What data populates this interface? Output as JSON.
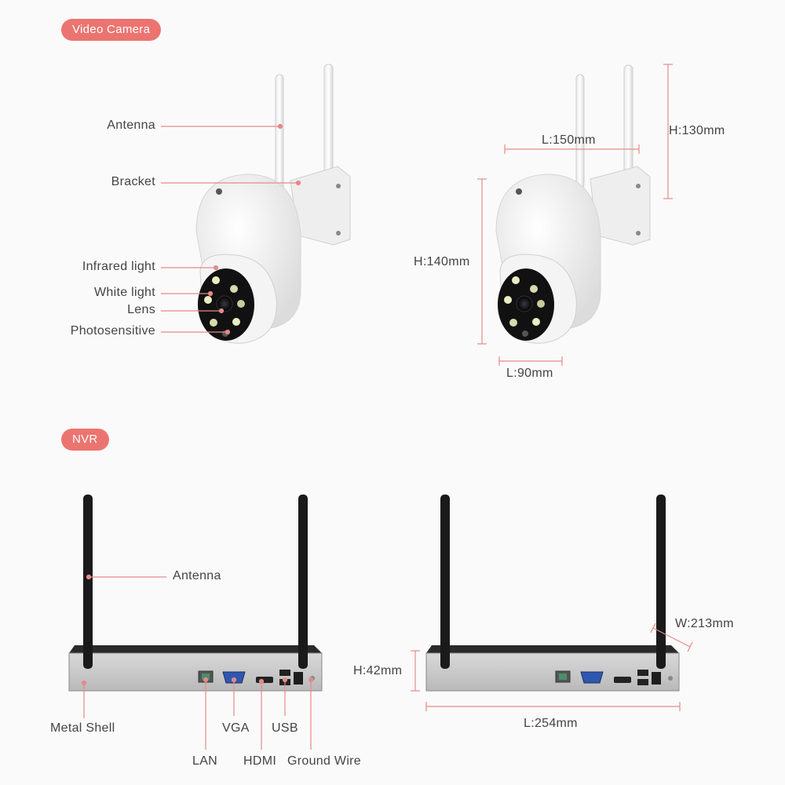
{
  "camera_section": {
    "title": "Video Camera",
    "labels": {
      "antenna": "Antenna",
      "bracket": "Bracket",
      "infrared": "Infrared light",
      "white_light": "White light",
      "lens": "Lens",
      "photosensitive": "Photosensitive"
    },
    "dimensions": {
      "length_top": "L:150mm",
      "height_right": "H:130mm",
      "height_left": "H:140mm",
      "length_bottom": "L:90mm"
    }
  },
  "nvr_section": {
    "title": "NVR",
    "labels": {
      "antenna": "Antenna",
      "metal_shell": "Metal Shell",
      "lan": "LAN",
      "vga": "VGA",
      "hdmi": "HDMI",
      "usb": "USB",
      "ground_wire": "Ground Wire"
    },
    "dimensions": {
      "height": "H:42mm",
      "width": "W:213mm",
      "length": "L:254mm"
    }
  },
  "colors": {
    "accent": "#ec7470",
    "callout_line": "#e58a88",
    "text": "#444444"
  }
}
